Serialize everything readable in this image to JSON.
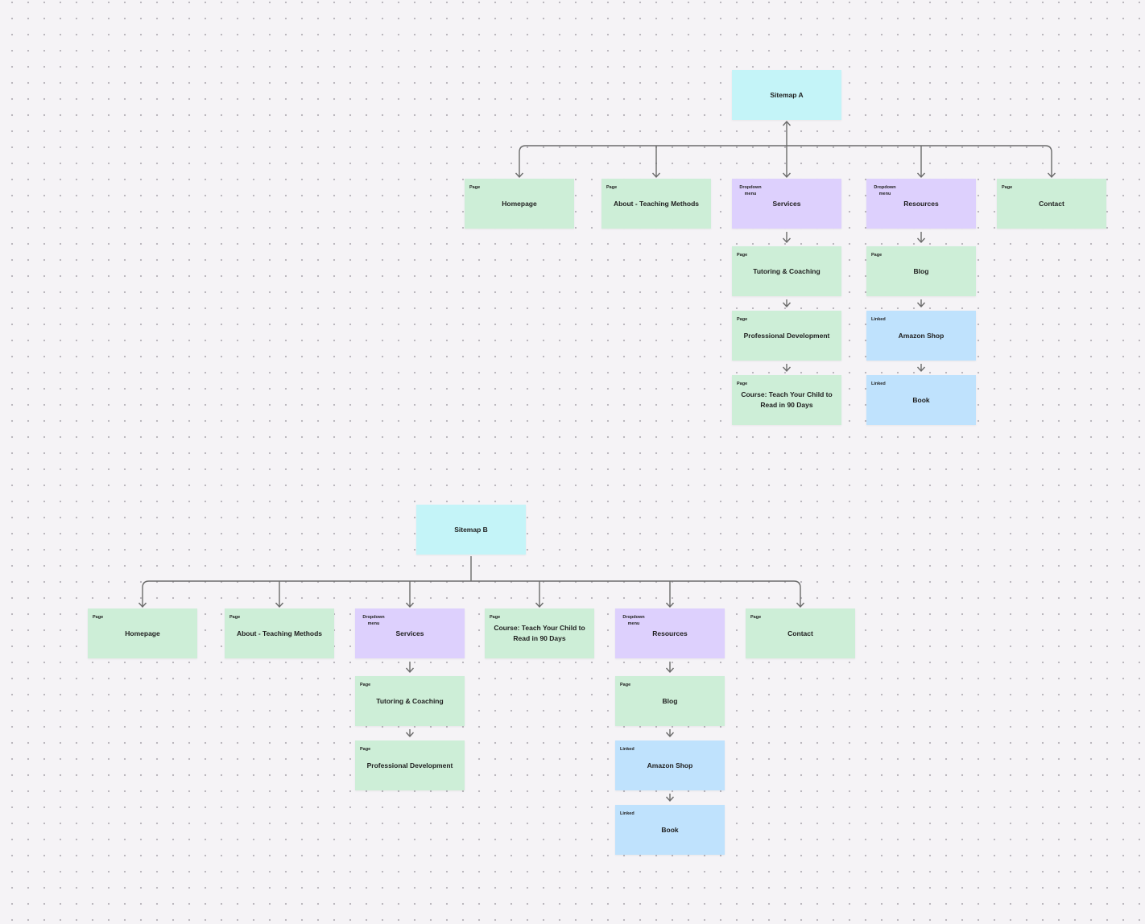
{
  "sitemaps": [
    {
      "id": "a",
      "root": "Sitemap A",
      "children": [
        {
          "type": "page",
          "tag": "Page",
          "title": "Homepage",
          "sub": []
        },
        {
          "type": "page",
          "tag": "Page",
          "title": "About - Teaching Methods",
          "sub": []
        },
        {
          "type": "dropdown",
          "tag": "Dropdown menu",
          "title": "Services",
          "sub": [
            {
              "type": "page",
              "tag": "Page",
              "title": "Tutoring & Coaching"
            },
            {
              "type": "page",
              "tag": "Page",
              "title": "Professional Development"
            },
            {
              "type": "page",
              "tag": "Page",
              "title": "Course: Teach Your Child to Read in 90 Days"
            }
          ]
        },
        {
          "type": "dropdown",
          "tag": "Dropdown menu",
          "title": "Resources",
          "sub": [
            {
              "type": "page",
              "tag": "Page",
              "title": "Blog"
            },
            {
              "type": "linked",
              "tag": "Linked",
              "title": "Amazon Shop"
            },
            {
              "type": "linked",
              "tag": "Linked",
              "title": "Book"
            }
          ]
        },
        {
          "type": "page",
          "tag": "Page",
          "title": "Contact",
          "sub": []
        }
      ]
    },
    {
      "id": "b",
      "root": "Sitemap B",
      "children": [
        {
          "type": "page",
          "tag": "Page",
          "title": "Homepage",
          "sub": []
        },
        {
          "type": "page",
          "tag": "Page",
          "title": "About - Teaching Methods",
          "sub": []
        },
        {
          "type": "dropdown",
          "tag": "Dropdown menu",
          "title": "Services",
          "sub": [
            {
              "type": "page",
              "tag": "Page",
              "title": "Tutoring & Coaching"
            },
            {
              "type": "page",
              "tag": "Page",
              "title": "Professional Development"
            }
          ]
        },
        {
          "type": "page",
          "tag": "Page",
          "title": "Course: Teach Your Child to Read in 90 Days",
          "sub": []
        },
        {
          "type": "dropdown",
          "tag": "Dropdown menu",
          "title": "Resources",
          "sub": [
            {
              "type": "page",
              "tag": "Page",
              "title": "Blog"
            },
            {
              "type": "linked",
              "tag": "Linked",
              "title": "Amazon Shop"
            },
            {
              "type": "linked",
              "tag": "Linked",
              "title": "Book"
            }
          ]
        },
        {
          "type": "page",
          "tag": "Page",
          "title": "Contact",
          "sub": []
        }
      ]
    }
  ],
  "colors": {
    "page": "#cdeed7",
    "dropdown": "#ddd0fd",
    "linked": "#bfe2fd",
    "root": "#c4f4f8",
    "connector": "#6b6b6b",
    "canvas": "#f5f3f6"
  }
}
